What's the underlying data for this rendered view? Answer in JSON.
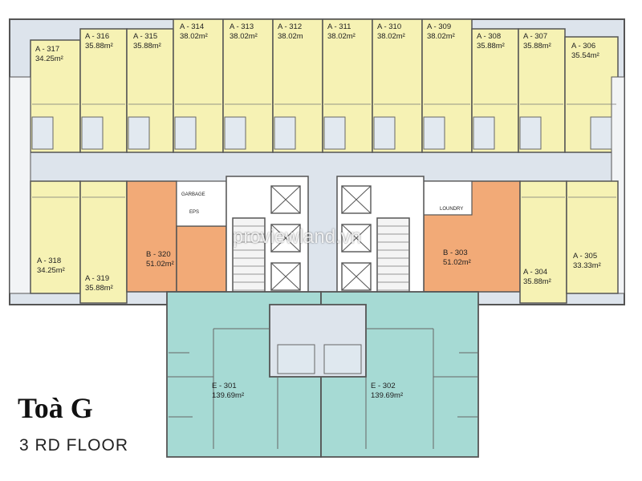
{
  "title": "Toà G",
  "subtitle": "3 RD  FLOOR",
  "watermark": "proviewland.vn",
  "small_labels": {
    "garbage": "GARBAGE",
    "eps": "EPS",
    "laundry": "LOUNDRY"
  },
  "colors": {
    "type_a": "#f6f2b4",
    "type_b": "#f2aa77",
    "type_e": "#a6dad4",
    "corridor": "#dde4ec",
    "core": "#ffffff",
    "wall": "#555555"
  },
  "units": [
    {
      "id": "A - 317",
      "area": "34.25m²",
      "type": "A"
    },
    {
      "id": "A - 316",
      "area": "35.88m²",
      "type": "A"
    },
    {
      "id": "A - 315",
      "area": "35.88m²",
      "type": "A"
    },
    {
      "id": "A - 314",
      "area": "38.02m²",
      "type": "A"
    },
    {
      "id": "A - 313",
      "area": "38.02m²",
      "type": "A"
    },
    {
      "id": "A - 312",
      "area": "38.02m",
      "type": "A"
    },
    {
      "id": "A - 311",
      "area": "38.02m²",
      "type": "A"
    },
    {
      "id": "A - 310",
      "area": "38.02m²",
      "type": "A"
    },
    {
      "id": "A - 309",
      "area": "38.02m²",
      "type": "A"
    },
    {
      "id": "A - 308",
      "area": "35.88m²",
      "type": "A"
    },
    {
      "id": "A - 307",
      "area": "35.88m²",
      "type": "A"
    },
    {
      "id": "A - 306",
      "area": "35.54m²",
      "type": "A"
    },
    {
      "id": "A - 318",
      "area": "34.25m²",
      "type": "A"
    },
    {
      "id": "A - 319",
      "area": "35.88m²",
      "type": "A"
    },
    {
      "id": "B - 320",
      "area": "51.02m²",
      "type": "B"
    },
    {
      "id": "B - 303",
      "area": "51.02m²",
      "type": "B"
    },
    {
      "id": "A - 304",
      "area": "35.88m²",
      "type": "A"
    },
    {
      "id": "A - 305",
      "area": "33.33m²",
      "type": "A"
    },
    {
      "id": "E - 301",
      "area": "139.69m²",
      "type": "E"
    },
    {
      "id": "E - 302",
      "area": "139.69m²",
      "type": "E"
    }
  ]
}
